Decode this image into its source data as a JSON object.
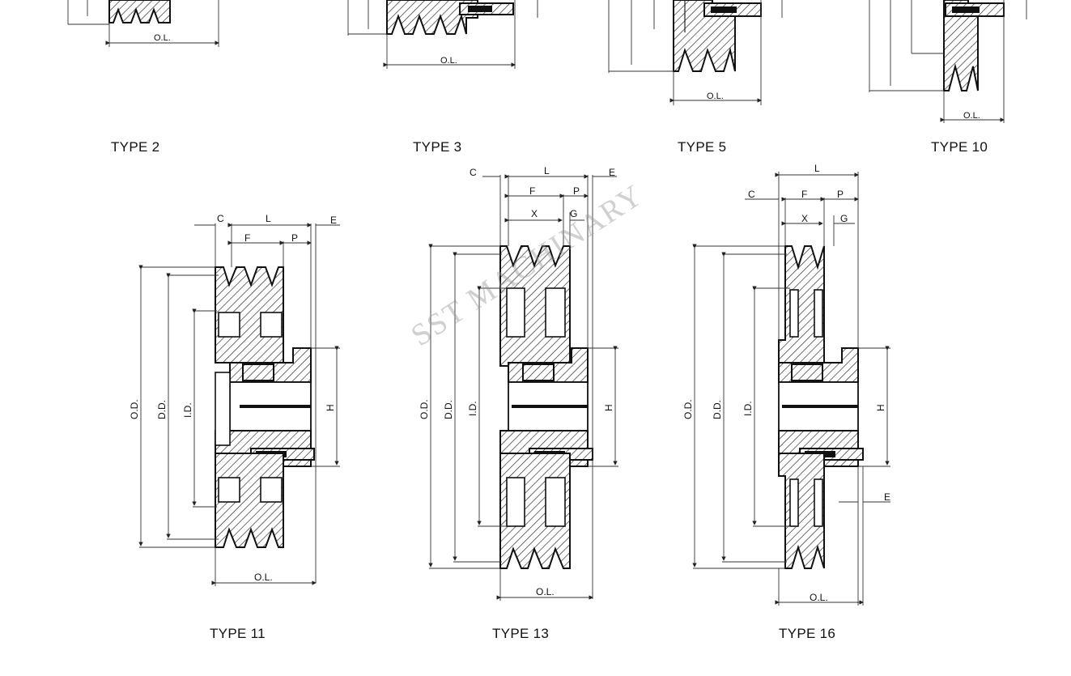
{
  "types": {
    "t2": "TYPE 2",
    "t3": "TYPE 3",
    "t5": "TYPE 5",
    "t10": "TYPE 10",
    "t11": "TYPE 11",
    "t13": "TYPE 13",
    "t16": "TYPE 16"
  },
  "dims": {
    "ol": "O.L.",
    "od": "O.D.",
    "dd": "D.D.",
    "id": "I.D.",
    "c": "C",
    "l": "L",
    "e": "E",
    "f": "F",
    "p": "P",
    "x": "X",
    "g": "G",
    "h": "H"
  },
  "watermark": "SST MACHINARY"
}
